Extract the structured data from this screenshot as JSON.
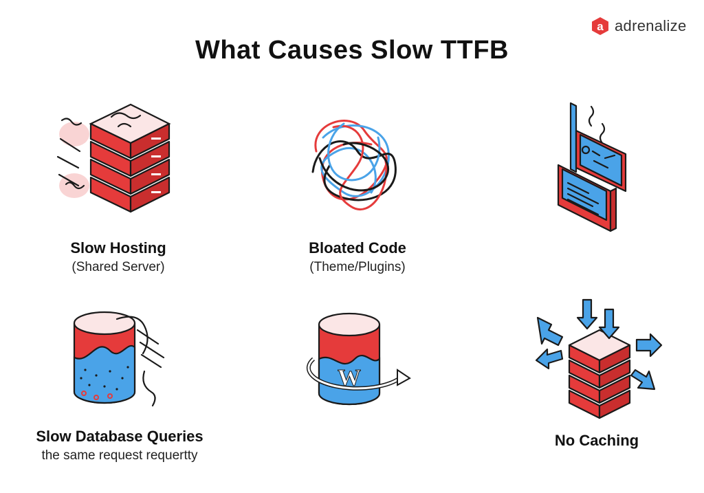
{
  "header": {
    "title": "What Causes Slow TTFB"
  },
  "brand": {
    "logo_letter": "a",
    "name": "adrenalize",
    "accent": "#e53b3b"
  },
  "colors": {
    "red": "#e53b3b",
    "blue": "#4aa3e8",
    "ink": "#1a1a1a",
    "pink": "#f8c9c9"
  },
  "causes": [
    {
      "title": "Slow Hosting",
      "subtitle": "(Shared Server)",
      "icon": "server-stack-icon"
    },
    {
      "title": "Bloated Code",
      "subtitle": "(Theme/Plugins)",
      "icon": "tangled-code-icon"
    },
    {
      "title": "",
      "subtitle": "",
      "icon": "folded-screens-icon"
    },
    {
      "title": "Slow Database Queries",
      "subtitle": "the same request requertty",
      "icon": "database-cylinder-icon"
    },
    {
      "title": "",
      "subtitle": "",
      "icon": "wordpress-database-icon"
    },
    {
      "title": "No Caching",
      "subtitle": "",
      "icon": "server-arrows-icon"
    }
  ]
}
